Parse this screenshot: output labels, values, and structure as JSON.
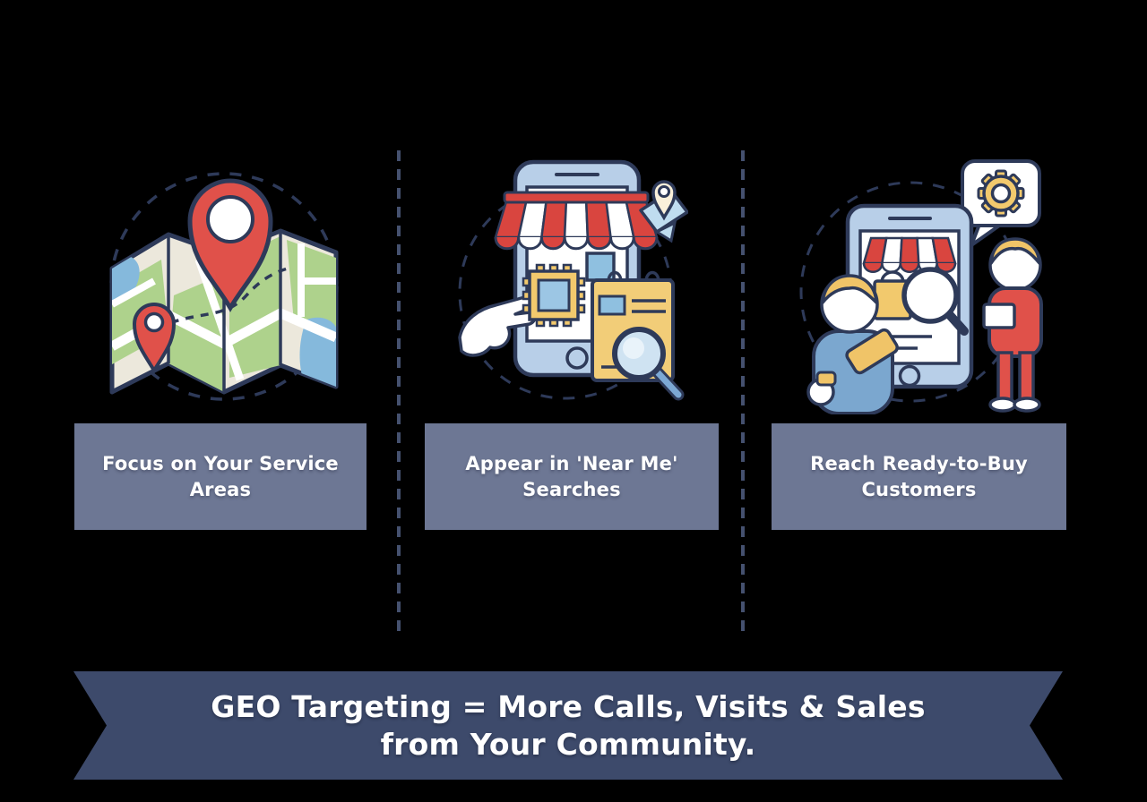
{
  "page": {
    "background_color": "#000000"
  },
  "infographic": {
    "columns": [
      {
        "icon": "map-with-location-pins-icon",
        "caption_line1": "Focus on Your Service",
        "caption_line2": "Areas"
      },
      {
        "icon": "storefront-phone-search-icon",
        "caption_line1": "Appear in 'Near Me'",
        "caption_line2": "Searches"
      },
      {
        "icon": "shoppers-at-online-store-icon",
        "caption_line1": "Reach Ready-to-Buy",
        "caption_line2": "Customers"
      }
    ],
    "banner": {
      "line1": "GEO Targeting = More Calls, Visits & Sales",
      "line2": "from Your Community."
    },
    "colors": {
      "caption_box": "#6d7794",
      "banner_ribbon": "#3d4a6b",
      "divider_dash": "#45516f",
      "outline_navy": "#2e3a59",
      "accent_red": "#e0514a",
      "accent_green": "#aed28c",
      "accent_yellow": "#f2c96d",
      "accent_light_blue": "#b8cfe8",
      "water_blue": "#85b9dc",
      "text_white": "#ffffff"
    }
  }
}
